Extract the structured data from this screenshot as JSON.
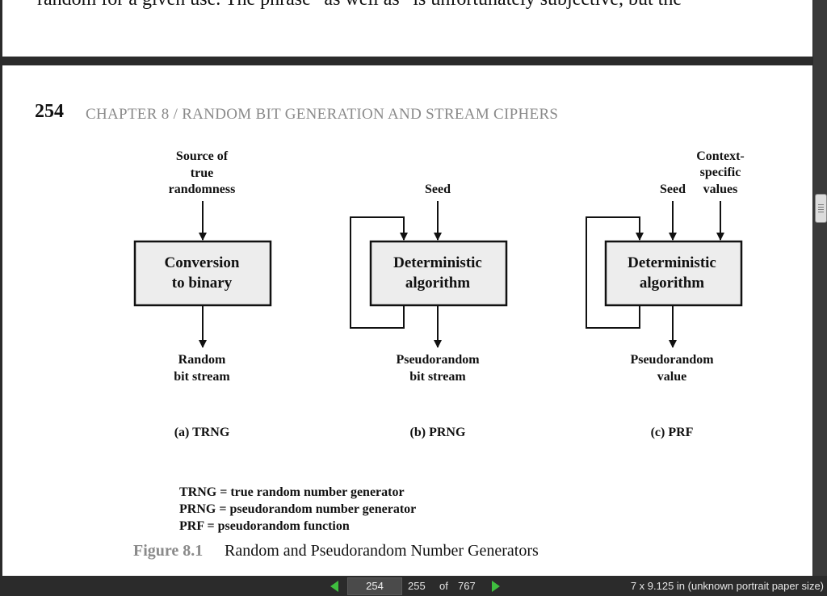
{
  "previous_page": {
    "text_line": "random for a given use. The phrase “as well as” is unfortunately subjective, but the"
  },
  "page": {
    "number": "254",
    "running_header": "CHAPTER 8 / RANDOM BIT GENERATION AND STREAM CIPHERS"
  },
  "figure": {
    "panels": [
      {
        "inputs": [
          "Source of",
          "true",
          "randomness"
        ],
        "box_lines": [
          "Conversion",
          "to binary"
        ],
        "outputs": [
          "Random",
          "bit stream"
        ],
        "label": "(a) TRNG"
      },
      {
        "input": "Seed",
        "box_lines": [
          "Deterministic",
          "algorithm"
        ],
        "outputs": [
          "Pseudorandom",
          "bit stream"
        ],
        "label": "(b) PRNG"
      },
      {
        "input_seed": "Seed",
        "inputs_context": [
          "Context-",
          "specific",
          "values"
        ],
        "box_lines": [
          "Deterministic",
          "algorithm"
        ],
        "outputs": [
          "Pseudorandom",
          "value"
        ],
        "label": "(c) PRF"
      }
    ],
    "legend": [
      "TRNG = true random number generator",
      "PRNG = pseudorandom number generator",
      "PRF = pseudorandom function"
    ],
    "caption_number": "Figure 8.1",
    "caption_text": "Random and Pseudorandom Number Generators"
  },
  "toolbar": {
    "current_page": "254",
    "next_page": "255",
    "of_label": "of",
    "total_pages": "767",
    "paper_size": "7 x 9.125 in (unknown portrait paper size)"
  },
  "colors": {
    "nav_arrow": "#3fbf3f",
    "box_fill": "#ededed",
    "caption_gray": "#8a8a8a"
  }
}
